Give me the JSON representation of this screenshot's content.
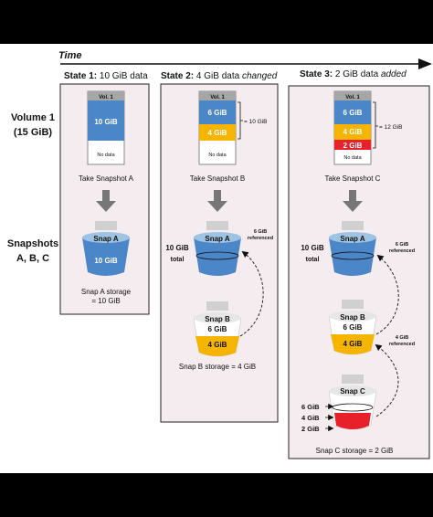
{
  "header": {
    "time_label": "Time",
    "state1": {
      "bold": "State 1:",
      "rest": " 10 GiB data"
    },
    "state2": {
      "bold": "State 2:",
      "rest": " 4 GiB data ",
      "italic": "changed"
    },
    "state3": {
      "bold": "State 3:",
      "rest": " 2 GiB data ",
      "italic": "added"
    }
  },
  "left_labels": {
    "volume_line1": "Volume 1",
    "volume_line2": "(15 GiB)",
    "snapshots_line1": "Snapshots",
    "snapshots_line2": "A, B, C"
  },
  "state1": {
    "vol_label": "Vol. 1",
    "vol_data": "10 GiB",
    "no_data": "No data",
    "action": "Take Snapshot A",
    "snap_label": "Snap A",
    "snap_value": "10 GiB",
    "storage_line1": "Snap A storage",
    "storage_line2": "= 10 GiB"
  },
  "state2": {
    "vol_label": "Vol. 1",
    "seg1": "6 GiB",
    "seg2": "4 GiB",
    "no_data": "No data",
    "brace_label": "= 10 GiB",
    "action": "Take Snapshot B",
    "total_value": "10 GiB",
    "total_label": "total",
    "snapA_label": "Snap A",
    "ref_line1": "6 GiB",
    "ref_line2": "referenced",
    "snapB_label": "Snap B",
    "snapB_seg1": "6 GiB",
    "snapB_seg2": "4 GiB",
    "storage": "Snap B storage = 4 GiB"
  },
  "state3": {
    "vol_label": "Vol. 1",
    "seg1": "6 GiB",
    "seg2": "4 GiB",
    "seg3": "2 GiB",
    "no_data": "No data",
    "brace_label": "= 12 GiB",
    "action": "Take Snapshot C",
    "total_value": "10 GiB",
    "total_label": "total",
    "snapA_label": "Snap A",
    "refA_line1": "6 GiB",
    "refA_line2": "referenced",
    "snapB_label": "Snap B",
    "snapB_seg1": "6 GiB",
    "snapB_seg2": "4 GiB",
    "refB_line1": "4 GiB",
    "refB_line2": "referenced",
    "snapC_label": "Snap C",
    "c_label1": "6 GiB",
    "c_label2": "4 GiB",
    "c_label3": "2 GiB",
    "storage": "Snap C storage = 2 GiB"
  },
  "colors": {
    "blue": "#4a86c8",
    "light_blue": "#9fc3e3",
    "gold": "#f4b400",
    "red": "#e8202a",
    "gray": "#a6a6a6",
    "dark_gray": "#777777"
  }
}
